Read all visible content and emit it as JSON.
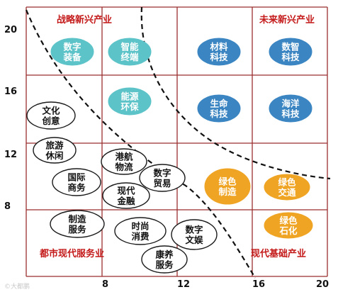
{
  "y_ticks": [
    "20",
    "16",
    "12",
    "8"
  ],
  "x_ticks": [
    "8",
    "12",
    "16",
    "20"
  ],
  "quadrants": {
    "top_left": "战略新兴产业",
    "top_right": "未来新兴产业",
    "bottom_left": "都市现代服务业",
    "bottom_right": "现代基础产业"
  },
  "bubbles": [
    {
      "id": "shuzi-zhuangbei",
      "lines": [
        "数字",
        "装备"
      ],
      "style": "teal"
    },
    {
      "id": "zhineng-zhongduan",
      "lines": [
        "智能",
        "终端"
      ],
      "style": "teal"
    },
    {
      "id": "cailiao-keji",
      "lines": [
        "材料",
        "科技"
      ],
      "style": "blue"
    },
    {
      "id": "shuzhi-keji",
      "lines": [
        "数智",
        "科技"
      ],
      "style": "blue"
    },
    {
      "id": "nengyuan-huanbao",
      "lines": [
        "能源",
        "环保"
      ],
      "style": "teal"
    },
    {
      "id": "shengming-keji",
      "lines": [
        "生命",
        "科技"
      ],
      "style": "blue"
    },
    {
      "id": "haiyang-keji",
      "lines": [
        "海洋",
        "科技"
      ],
      "style": "blue"
    },
    {
      "id": "wenhua-chuangyi",
      "lines": [
        "文化",
        "创意"
      ],
      "style": "outline"
    },
    {
      "id": "lvyou-xiuxian",
      "lines": [
        "旅游",
        "休闲"
      ],
      "style": "outline"
    },
    {
      "id": "ganghang-wuliu",
      "lines": [
        "港航",
        "物流"
      ],
      "style": "outline"
    },
    {
      "id": "guoji-shangwu",
      "lines": [
        "国际",
        "商务"
      ],
      "style": "outline"
    },
    {
      "id": "shuzi-maoyi",
      "lines": [
        "数字",
        "贸易"
      ],
      "style": "outline"
    },
    {
      "id": "lvse-zhizao",
      "lines": [
        "绿色",
        "制造"
      ],
      "style": "orange"
    },
    {
      "id": "lvse-jiaotong",
      "lines": [
        "绿色",
        "交通"
      ],
      "style": "orange"
    },
    {
      "id": "xiandai-jinrong",
      "lines": [
        "现代",
        "金融"
      ],
      "style": "outline"
    },
    {
      "id": "zhizao-fuwu",
      "lines": [
        "制造",
        "服务"
      ],
      "style": "outline"
    },
    {
      "id": "shishang-xiaofei",
      "lines": [
        "时尚",
        "消费"
      ],
      "style": "outline"
    },
    {
      "id": "shuzi-wenyu",
      "lines": [
        "数字",
        "文娱"
      ],
      "style": "outline"
    },
    {
      "id": "lvse-shihua",
      "lines": [
        "绿色",
        "石化"
      ],
      "style": "orange"
    },
    {
      "id": "kangyang-fuwu",
      "lines": [
        "康养",
        "服务"
      ],
      "style": "outline"
    }
  ],
  "styles": {
    "teal": {
      "fill": "#5cc3c8",
      "stroke": "#5cc3c8",
      "text": "#ffffff"
    },
    "blue": {
      "fill": "#3b86c2",
      "stroke": "#3b86c2",
      "text": "#ffffff"
    },
    "orange": {
      "fill": "#efa424",
      "stroke": "#efa424",
      "text": "#ffffff"
    },
    "outline": {
      "fill": "#ffffff",
      "stroke": "#1a1a1a",
      "text": "#111111"
    }
  },
  "colors": {
    "grid": "#9b2f2f",
    "quadrant_label": "#c41a1a",
    "divider": "#111111"
  },
  "watermark": "©大都鹏"
}
